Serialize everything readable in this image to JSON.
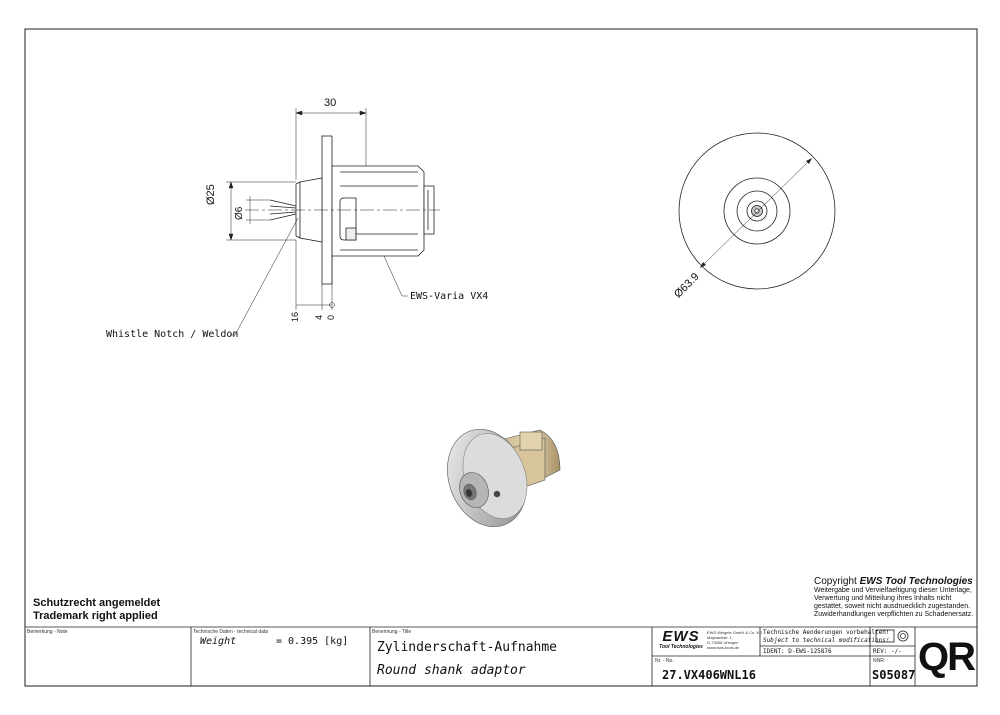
{
  "drawing": {
    "dim_length": "30",
    "dim_outer_dia": "Ø25",
    "dim_inner_dia": "Ø6",
    "dim_bottom_a": "16",
    "dim_bottom_b": "4",
    "dim_bottom_c": "0",
    "dim_flange_dia": "Ø63.9",
    "callout_notch": "Whistle Notch / Weldon",
    "callout_system": "EWS-Varia VX4"
  },
  "legal": {
    "patent": "Schutzrecht angemeldet",
    "trademark": "Trademark right applied",
    "copyright_prefix": "Copyright",
    "copyright_brand": "EWS Tool Technologies",
    "copyright_lines": [
      "Weitergabe und Vervielfaeltigung dieser Unterlage,",
      "Verwertung und Mitteilung ihres Inhalts nicht",
      "gestattet, soweit nicht ausdruecklich zugestanden.",
      "Zuwiderhandlungen verpflichten zu Schadenersatz."
    ]
  },
  "titleblock": {
    "note_label": "Bemerkung - Note",
    "techdata_label": "Technische Daten - technical data",
    "weight_label": "Weight",
    "weight_value": "=  0.395  [kg]",
    "title_label": "Benennung - Title",
    "title_de": "Zylinderschaft-Aufnahme",
    "title_en": "Round shank adaptor",
    "logo_text": "EWS",
    "logo_sub": "Tool Technologies",
    "company_lines": [
      "EWS Weigele GmbH & Co. KG",
      "Maybachstr. 1",
      "D-73066 Uhingen",
      "www.ews-tools.de"
    ],
    "tech_change_de": "Technische Aenderungen vorbehalten!",
    "tech_change_en": "Subject to technical modifications!",
    "ident": "IDENT:  D-EWS-125876",
    "rev": "REV:  -/-",
    "nr_label": "Nr. - No.",
    "part_number": "27.VX406WNL16",
    "nr_label2": "NNR:",
    "drawing_number": "S05087",
    "qr": "QR"
  }
}
